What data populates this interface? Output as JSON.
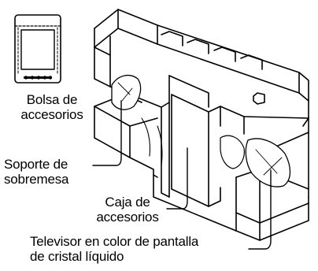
{
  "labels": {
    "bolsa": [
      "Bolsa de",
      "accesorios"
    ],
    "soporte": [
      "Soporte de",
      "sobremesa"
    ],
    "caja": [
      "Caja de",
      "accesorios"
    ],
    "tv": [
      "Televisor en color de pantalla",
      "de cristal líquido"
    ]
  }
}
